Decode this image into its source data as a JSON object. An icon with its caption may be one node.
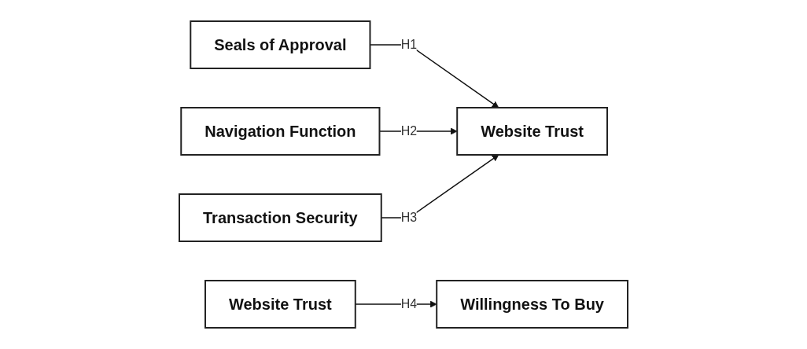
{
  "diagram": {
    "nodes": [
      {
        "text": [
          "Seals of Approval"
        ]
      },
      {
        "text": [
          "Navigation Function"
        ]
      },
      {
        "text": [
          "Transaction Security"
        ]
      },
      {
        "text": [
          "Website Trust"
        ]
      },
      {
        "text": [
          "Website Trust"
        ]
      },
      {
        "text": [
          "Willingness To Buy"
        ]
      }
    ],
    "edges": [
      {
        "from": 0,
        "to": 3,
        "arrow": "to",
        "label": "H1"
      },
      {
        "from": 1,
        "to": 3,
        "arrow": "to",
        "label": "H2"
      },
      {
        "from": 2,
        "to": 3,
        "arrow": "to",
        "label": "H3"
      },
      {
        "from": 4,
        "to": 5,
        "arrow": "to",
        "label": "H4"
      }
    ]
  }
}
